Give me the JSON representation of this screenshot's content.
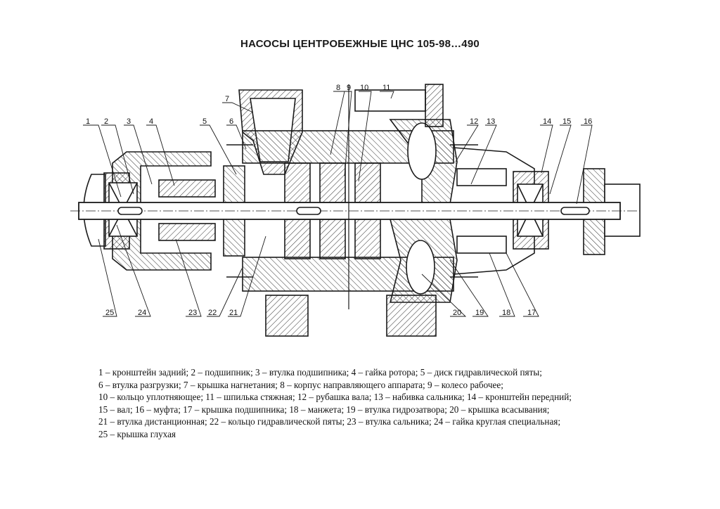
{
  "title": "НАСОСЫ ЦЕНТРОБЕЖНЫЕ ЦНС 105-98…490",
  "callouts": [
    "1",
    "2",
    "3",
    "4",
    "5",
    "6",
    "7",
    "8",
    "9",
    "10",
    "11",
    "12",
    "13",
    "14",
    "15",
    "16",
    "17",
    "18",
    "19",
    "20",
    "21",
    "22",
    "23",
    "24",
    "25"
  ],
  "legend_lines": [
    "1 – кронштейн задний; 2 – подшипник; 3 – втулка подшипника; 4 – гайка ротора; 5 – диск гидравлической пяты;",
    "6 – втулка разгрузки; 7 – крышка нагнетания; 8 – корпус направляющего аппарата; 9 – колесо рабочее;",
    "10 – кольцо уплотняющее; 11 – шпилька стяжная; 12 – рубашка вала; 13 – набивка сальника; 14 – кронштейн передний;",
    "15 – вал;  16 – муфта; 17 – крышка подшипника; 18 – манжета; 19 – втулка гидрозатвора; 20 – крышка всасывания;",
    "21 – втулка дистанционная; 22 – кольцо гидравлической пяты; 23 – втулка сальника; 24 – гайка круглая специальная;",
    "25 – крышка глухая"
  ]
}
